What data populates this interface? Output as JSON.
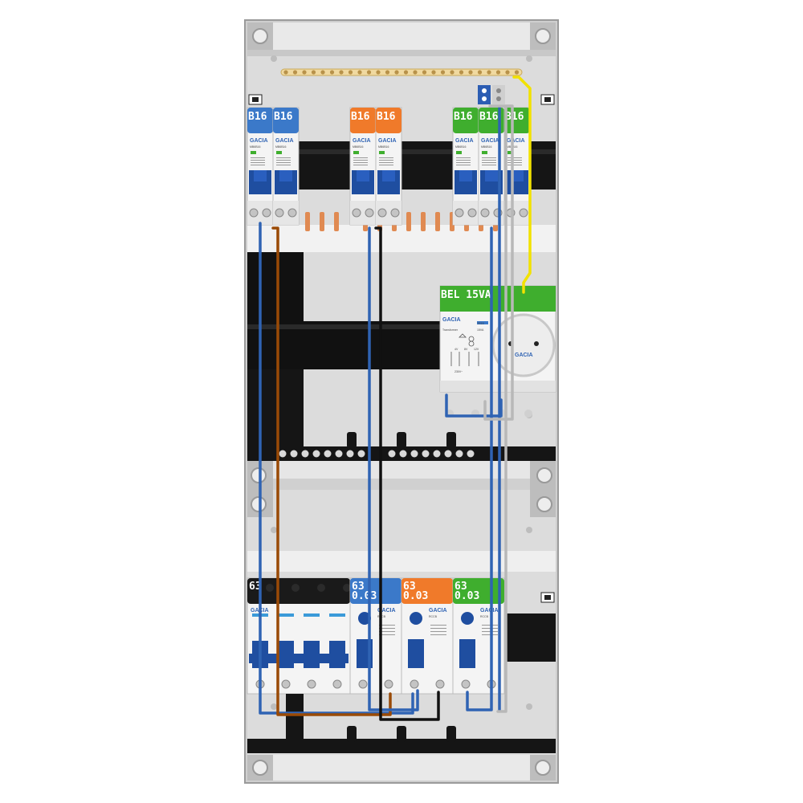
{
  "brand": "GACIA",
  "colors": {
    "panel": "#d8d8d8",
    "rail": "#e6e6e6",
    "blue": "#3b79c9",
    "orange": "#f07a2a",
    "green": "#3fae2e",
    "black": "#1a1a1a",
    "wire_blue": "#2f63b3",
    "wire_brown": "#9a4a06",
    "wire_black": "#111111",
    "wire_grey": "#b8b8b8",
    "wire_yellow": "#f2e200",
    "handle": "#1f4ea0"
  },
  "top_row": {
    "breakers": [
      {
        "label": "B16",
        "color": "blue",
        "model": "MB6B16"
      },
      {
        "label": "B16",
        "color": "blue",
        "model": "MB6B16"
      },
      {
        "label": "B16",
        "color": "orange",
        "model": "MB6B16"
      },
      {
        "label": "B16",
        "color": "orange",
        "model": "MB6B16"
      },
      {
        "label": "B16",
        "color": "green",
        "model": "MB6B16"
      },
      {
        "label": "B16",
        "color": "green",
        "model": "MB6B16"
      },
      {
        "label": "B16",
        "color": "green",
        "model": "MB6B16"
      }
    ]
  },
  "transformer": {
    "label": "BEL 15VA",
    "model": "TR15",
    "spec_title": "Transformer",
    "voltages": [
      "4V",
      "8V",
      "12V"
    ],
    "in_voltage": "230V~",
    "power": "15VA"
  },
  "socket": {
    "brand": "GACIA"
  },
  "bottom_row": {
    "main_switch": {
      "label": "63",
      "color": "black"
    },
    "rcds": [
      {
        "label1": "63",
        "label2": "0.03",
        "color": "blue",
        "model": "RCCB"
      },
      {
        "label1": "63",
        "label2": "0.03",
        "color": "orange",
        "model": "RCCB"
      },
      {
        "label1": "63",
        "label2": "0.03",
        "color": "green",
        "model": "RCCB"
      }
    ]
  }
}
